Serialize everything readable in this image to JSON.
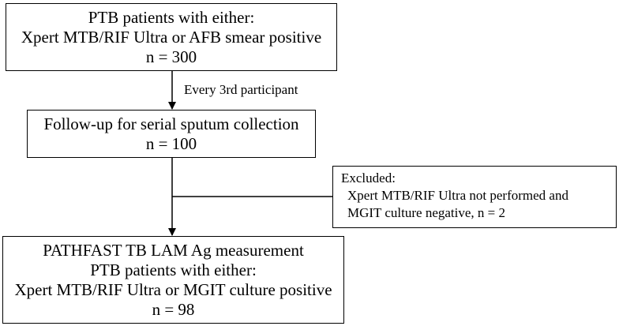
{
  "boxes": {
    "top": {
      "lines": [
        "PTB patients with either:",
        "Xpert MTB/RIF Ultra or AFB smear positive",
        "n = 300"
      ]
    },
    "follow_up": {
      "lines": [
        "Follow-up for serial sputum collection",
        "n = 100"
      ]
    },
    "excluded": {
      "title": "Excluded:",
      "lines": [
        "Xpert MTB/RIF Ultra not performed and",
        "MGIT culture negative, n = 2"
      ]
    },
    "final": {
      "lines": [
        "PATHFAST TB LAM Ag measurement",
        "PTB patients with either:",
        "Xpert MTB/RIF Ultra or MGIT culture positive",
        "n = 98"
      ]
    }
  },
  "edge_labels": {
    "every_third": "Every 3rd participant"
  },
  "colors": {
    "stroke": "#000000",
    "background": "#ffffff"
  }
}
